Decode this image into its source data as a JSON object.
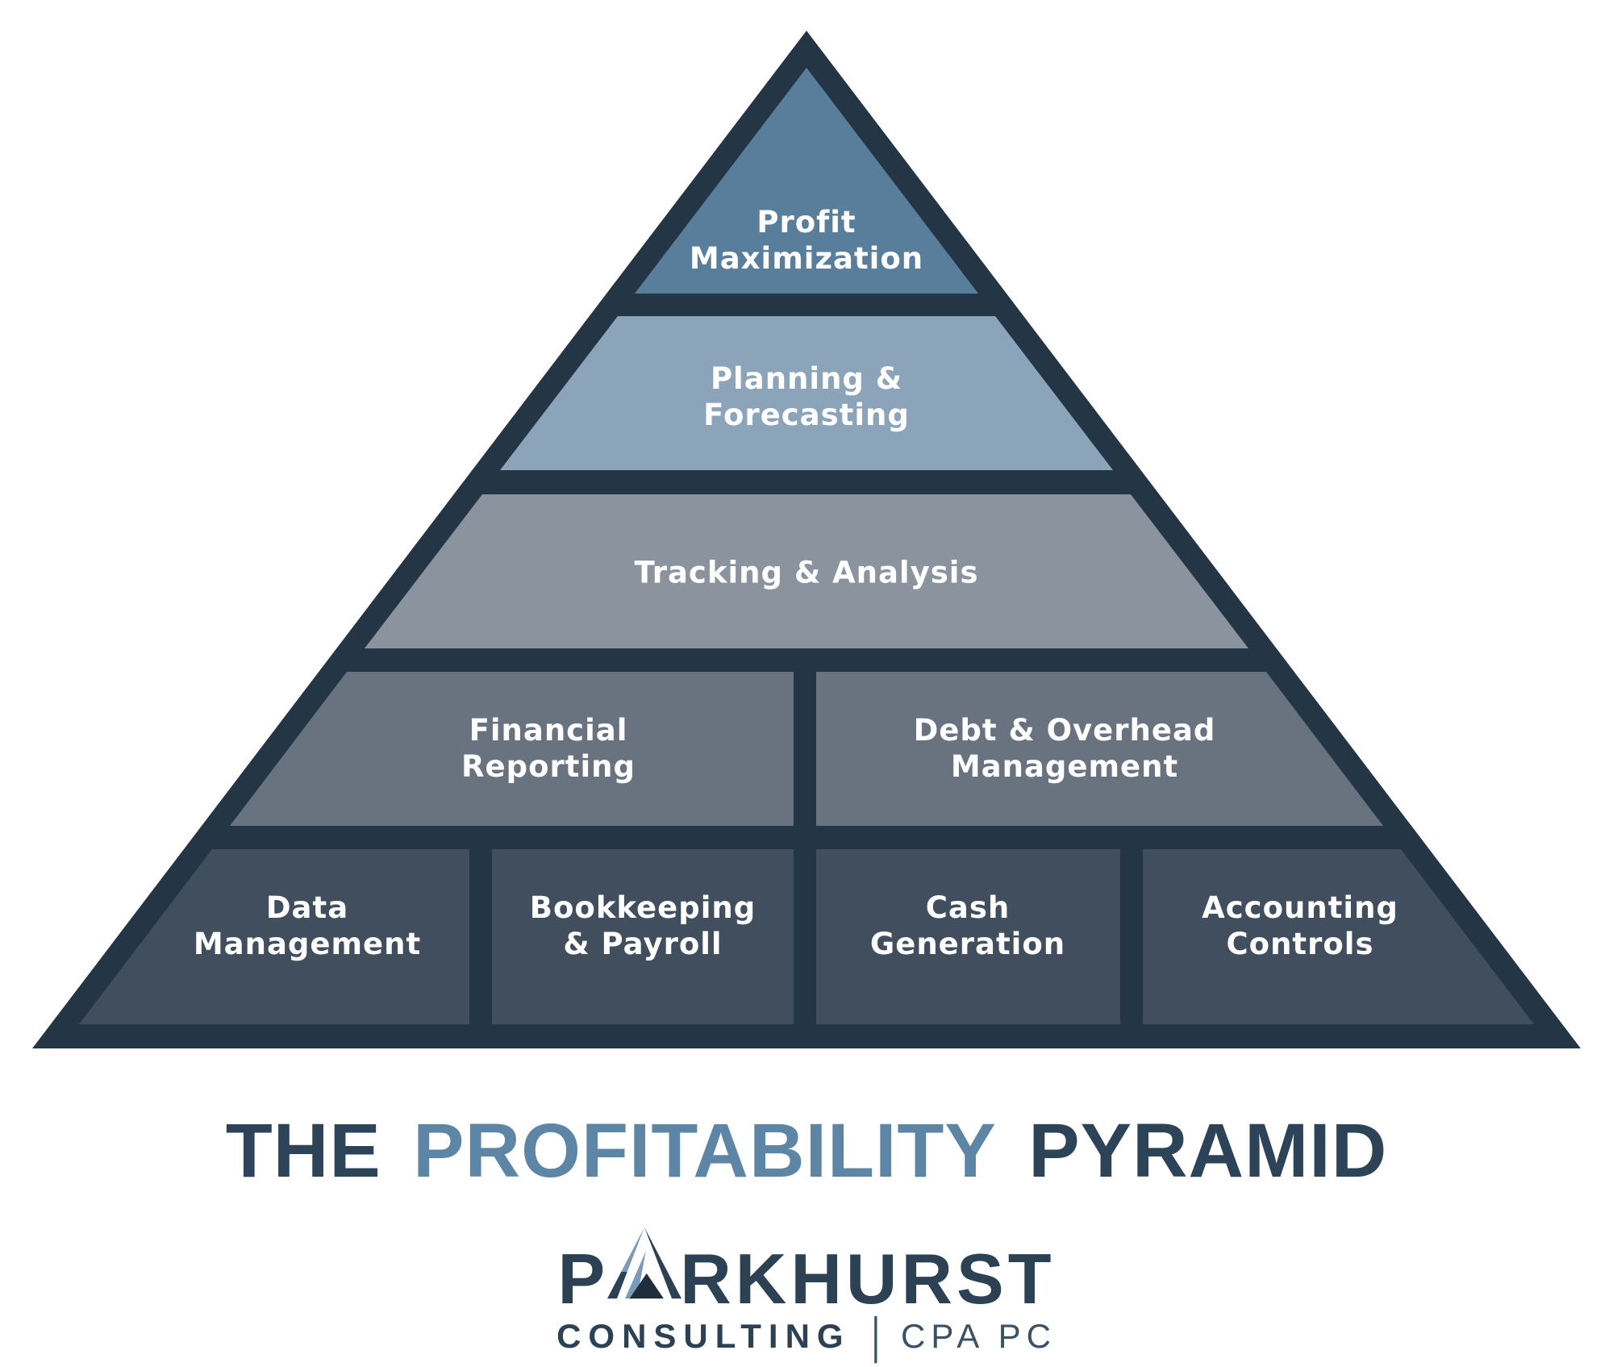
{
  "title": {
    "pre": "THE",
    "accent": "PROFITABILITY",
    "post": "PYRAMID"
  },
  "pyramid": {
    "tier1": {
      "label": "Profit\nMaximization"
    },
    "tier2": {
      "label": "Planning &\nForecasting"
    },
    "tier3": {
      "label": "Tracking & Analysis"
    },
    "tier4": {
      "left": {
        "label": "Financial\nReporting"
      },
      "right": {
        "label": "Debt & Overhead\nManagement"
      }
    },
    "tier5": {
      "b1": {
        "label": "Data\nManagement"
      },
      "b2": {
        "label": "Bookkeeping\n& Payroll"
      },
      "b3": {
        "label": "Cash\nGeneration"
      },
      "b4": {
        "label": "Accounting\nControls"
      }
    }
  },
  "logo": {
    "word_prefix": "P",
    "word_suffix": "RKHURST",
    "line2_left": "CONSULTING",
    "line2_divider": "|",
    "line2_right": "CPA PC"
  },
  "colors": {
    "background": "#ffffff",
    "outline": "#243645",
    "tier1": "#587e9b",
    "tier2": "#8ba4ba",
    "tier3": "#8b949e",
    "tier4": "#68737f",
    "tier5": "#414e5d",
    "label_text": "#ffffff",
    "title_dark": "#2d4357",
    "title_accent": "#5d86a6",
    "logo_navy": "#2c4154",
    "logo_light": "#7b9cb8",
    "logo_shadow": "#1e2e3b"
  }
}
